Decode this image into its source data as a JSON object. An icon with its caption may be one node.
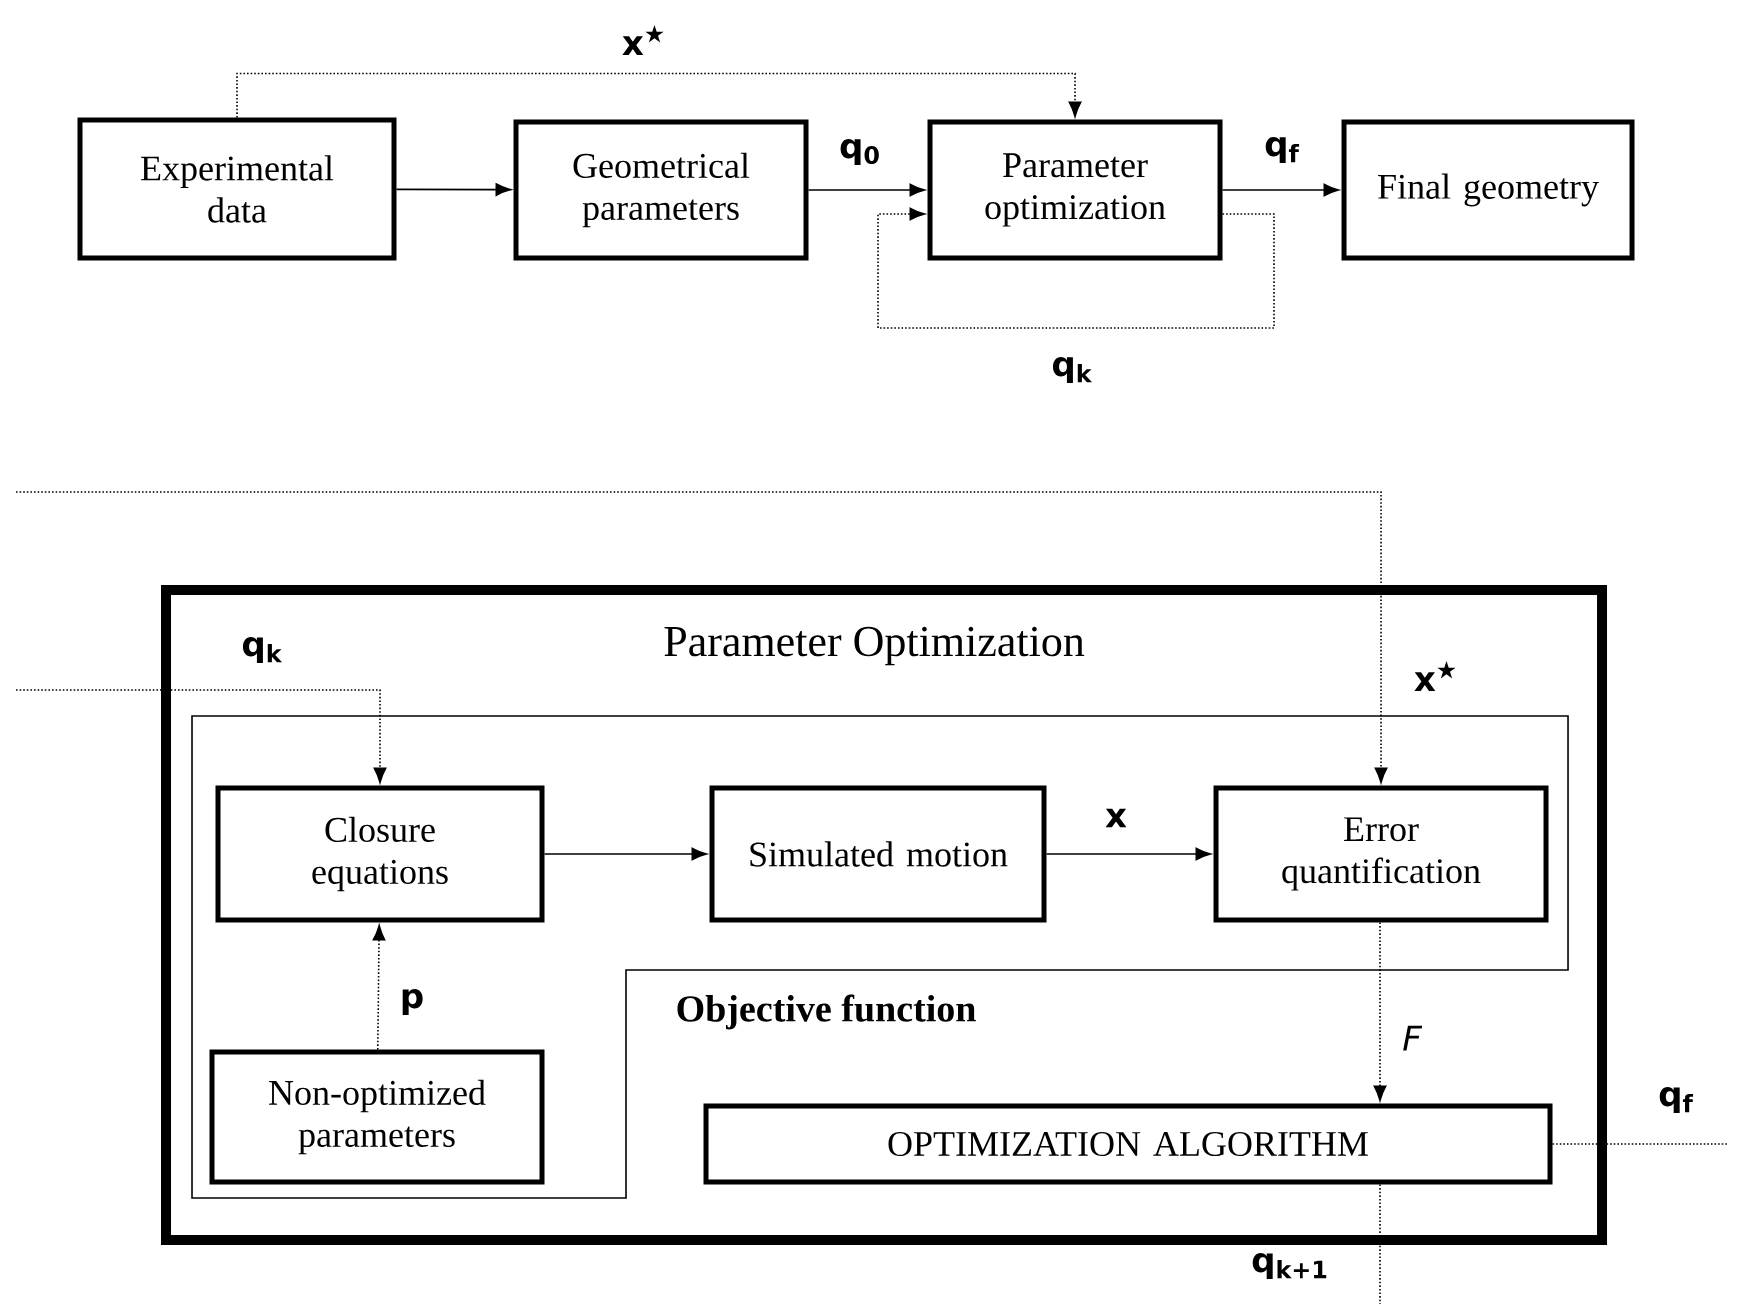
{
  "diagram": {
    "nodes": [
      {
        "text": [
          "Experimental data"
        ]
      },
      {
        "text": [
          "Geometrical parameters"
        ]
      },
      {
        "text": [
          "Parameter optimization"
        ]
      },
      {
        "text": [
          "Final geometry"
        ]
      },
      {
        "text": [
          "Parameter Optimization"
        ]
      },
      {
        "text": [
          "Objective function"
        ],
        "in": 4
      },
      {
        "text": [
          "Closure equations"
        ],
        "in": 5
      },
      {
        "text": [
          "Simulated motion"
        ],
        "in": 5
      },
      {
        "text": [
          "Error quantification"
        ],
        "in": 5
      },
      {
        "text": [
          "Non-optimized parameters"
        ],
        "in": 5
      },
      {
        "text": [
          "OPTIMIZATION ALGORITHM"
        ],
        "in": 4
      }
    ],
    "edges": [
      {
        "from": 0,
        "to": 1,
        "arrow": "to"
      },
      {
        "from": 1,
        "to": 2,
        "arrow": "to",
        "label": "q$_{0}$"
      },
      {
        "from": 2,
        "to": 3,
        "arrow": "to",
        "label": "q$_{f}$"
      },
      {
        "from": 0,
        "to": 2,
        "arrow": "to",
        "label": "x$^{★}$",
        "style": "dashed"
      },
      {
        "from": 2,
        "to": 2,
        "arrow": "to",
        "label": "q$_{k}$",
        "style": "dashed"
      },
      {
        "from": null,
        "to": 6,
        "arrow": "to",
        "label": "q$_{k}$",
        "style": "dashed"
      },
      {
        "from": null,
        "to": 8,
        "arrow": "to",
        "label": "x$^{★}$",
        "style": "dashed"
      },
      {
        "from": 6,
        "to": 7,
        "arrow": "to"
      },
      {
        "from": 7,
        "to": 8,
        "arrow": "to",
        "label": "x"
      },
      {
        "from": 9,
        "to": 6,
        "arrow": "to",
        "label": "p",
        "style": "dashed"
      },
      {
        "from": 8,
        "to": 10,
        "arrow": "to",
        "label": "F",
        "style": "dashed"
      },
      {
        "from": 10,
        "to": null,
        "arrow": "none",
        "label": "q$_{f}$",
        "style": "dashed"
      },
      {
        "from": 10,
        "to": null,
        "arrow": "none",
        "label": "q$_{k+1}$",
        "style": "dashed"
      }
    ]
  }
}
